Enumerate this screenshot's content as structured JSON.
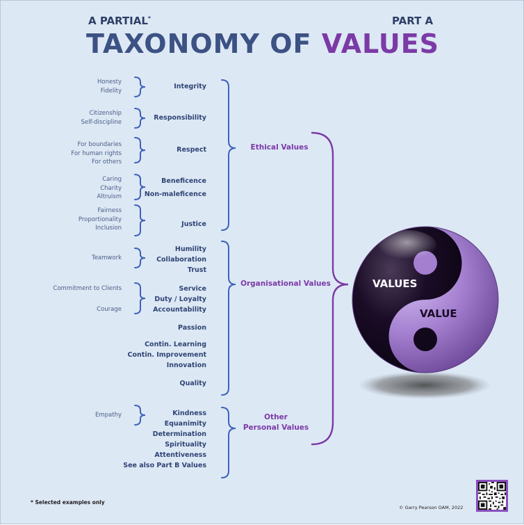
{
  "header": {
    "partial_label": "A PARTIAL",
    "partial_mark": "*",
    "part_label": "PART A",
    "title_main": "TAXONOMY OF",
    "title_accent": "VALUES"
  },
  "groups": {
    "ethical": "Ethical Values",
    "organisational": "Organisational Values",
    "other_line1": "Other",
    "other_line2": "Personal Values"
  },
  "examples": {
    "integrity": [
      "Honesty",
      "Fidelity"
    ],
    "responsibility": [
      "Citizenship",
      "Self-discipline"
    ],
    "respect": [
      "For boundaries",
      "For human rights",
      "For others"
    ],
    "beneficence": [
      "Caring",
      "Charity",
      "Altruism"
    ],
    "justice": [
      "Fairness",
      "Proportionality",
      "Inclusion"
    ],
    "teamwork": [
      "Teamwork"
    ],
    "commitment": [
      "Commitment to Clients"
    ],
    "courage": [
      "Courage"
    ],
    "empathy": [
      "Empathy"
    ]
  },
  "values": {
    "ethical": [
      "Integrity",
      "Responsibility",
      "Respect",
      "Beneficence",
      "Non-maleficence",
      "Justice"
    ],
    "organisational_a": [
      "Humility",
      "Collaboration",
      "Trust"
    ],
    "organisational_b": [
      "Service",
      "Duty / Loyalty",
      "Accountability"
    ],
    "passion": "Passion",
    "learning": [
      "Contin. Learning",
      "Contin. Improvement",
      "Innovation"
    ],
    "quality": "Quality",
    "other": [
      "Kindness",
      "Equanimity",
      "Determination",
      "Spirituality",
      "Attentiveness",
      "See also Part B Values"
    ]
  },
  "ball": {
    "label_top": "VALUES",
    "label_bottom": "VALUE"
  },
  "footer": {
    "note": "*  Selected examples only",
    "copyright": "© Garry Pearson OAM, 2022"
  },
  "colors": {
    "background": "#dde8f5",
    "bracket_blue": "#3d63b8",
    "bracket_purple": "#7b3aa6",
    "title_blue": "#3c5283",
    "ball_light": "#a47fd0",
    "ball_dark": "#1a0c26"
  },
  "icons": {
    "qr": "qr-code-icon"
  }
}
